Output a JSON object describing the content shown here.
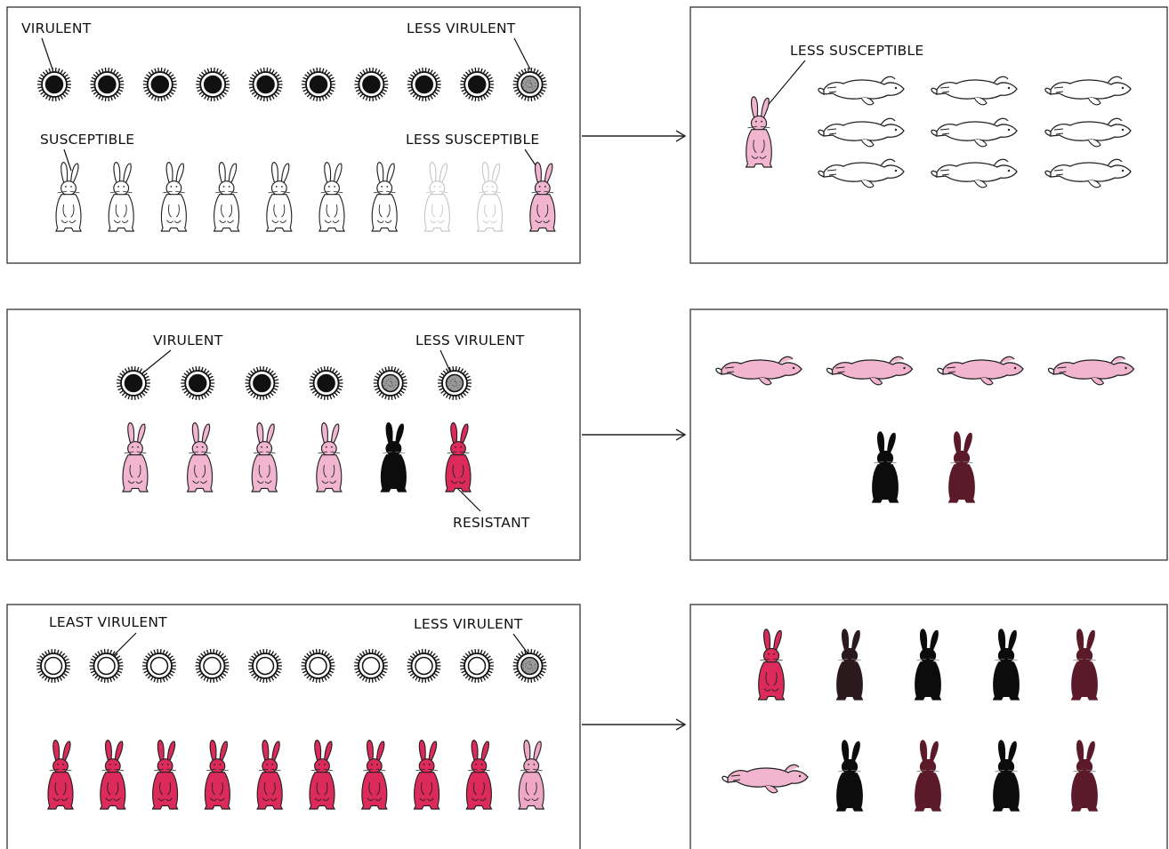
{
  "colors": {
    "white": "#ffffff",
    "outline": "#222222",
    "pale_pink": "#f1b5cf",
    "light_pink": "#eea7c4",
    "red": "#dc2a5a",
    "black": "#0c0c0c",
    "dark_maroon": "#5b1a2a",
    "very_dark": "#2a1a1e",
    "virus_virulent": "#111111",
    "virus_less": "#9a9a9a",
    "virus_least": "#ffffff"
  },
  "rows": [
    {
      "left": {
        "labels": {
          "virulent": "VIRULENT",
          "less_virulent": "LESS VIRULENT",
          "susceptible": "SUSCEPTIBLE",
          "less_susceptible": "LESS SUSCEPTIBLE"
        },
        "viruses": [
          "virulent",
          "virulent",
          "virulent",
          "virulent",
          "virulent",
          "virulent",
          "virulent",
          "virulent",
          "virulent",
          "less"
        ],
        "rabbits": [
          "white",
          "white",
          "white",
          "white",
          "white",
          "white",
          "white",
          "white-faint",
          "white-faint",
          "pale_pink"
        ]
      },
      "right": {
        "labels": {
          "less_susceptible": "LESS SUSCEPTIBLE"
        },
        "standing": [
          "pale_pink"
        ],
        "dead_rows": [
          [
            "white",
            "white",
            "white"
          ],
          [
            "white",
            "white",
            "white"
          ],
          [
            "white",
            "white",
            "white"
          ]
        ]
      }
    },
    {
      "left": {
        "labels": {
          "virulent": "VIRULENT",
          "less_virulent": "LESS VIRULENT",
          "resistant": "RESISTANT"
        },
        "viruses": [
          "virulent",
          "virulent",
          "virulent",
          "virulent",
          "less",
          "less"
        ],
        "rabbits": [
          "pale_pink",
          "pale_pink",
          "pale_pink",
          "pale_pink",
          "black",
          "red"
        ]
      },
      "right": {
        "dead": [
          "pale_pink",
          "pale_pink",
          "pale_pink",
          "pale_pink"
        ],
        "standing": [
          "black",
          "dark_maroon"
        ]
      }
    },
    {
      "left": {
        "labels": {
          "least_virulent": "LEAST VIRULENT",
          "less_virulent": "LESS VIRULENT"
        },
        "viruses": [
          "least",
          "least",
          "least",
          "least",
          "least",
          "least",
          "least",
          "least",
          "least",
          "less"
        ],
        "rabbits": [
          "red",
          "red",
          "red",
          "red",
          "red",
          "red",
          "red",
          "red",
          "red",
          "light_pink"
        ]
      },
      "right": {
        "top_standing": [
          "red",
          "very_dark",
          "black",
          "black",
          "dark_maroon"
        ],
        "bottom_dead": [
          "pale_pink"
        ],
        "bottom_standing": [
          "black",
          "dark_maroon",
          "black",
          "dark_maroon"
        ]
      }
    }
  ]
}
